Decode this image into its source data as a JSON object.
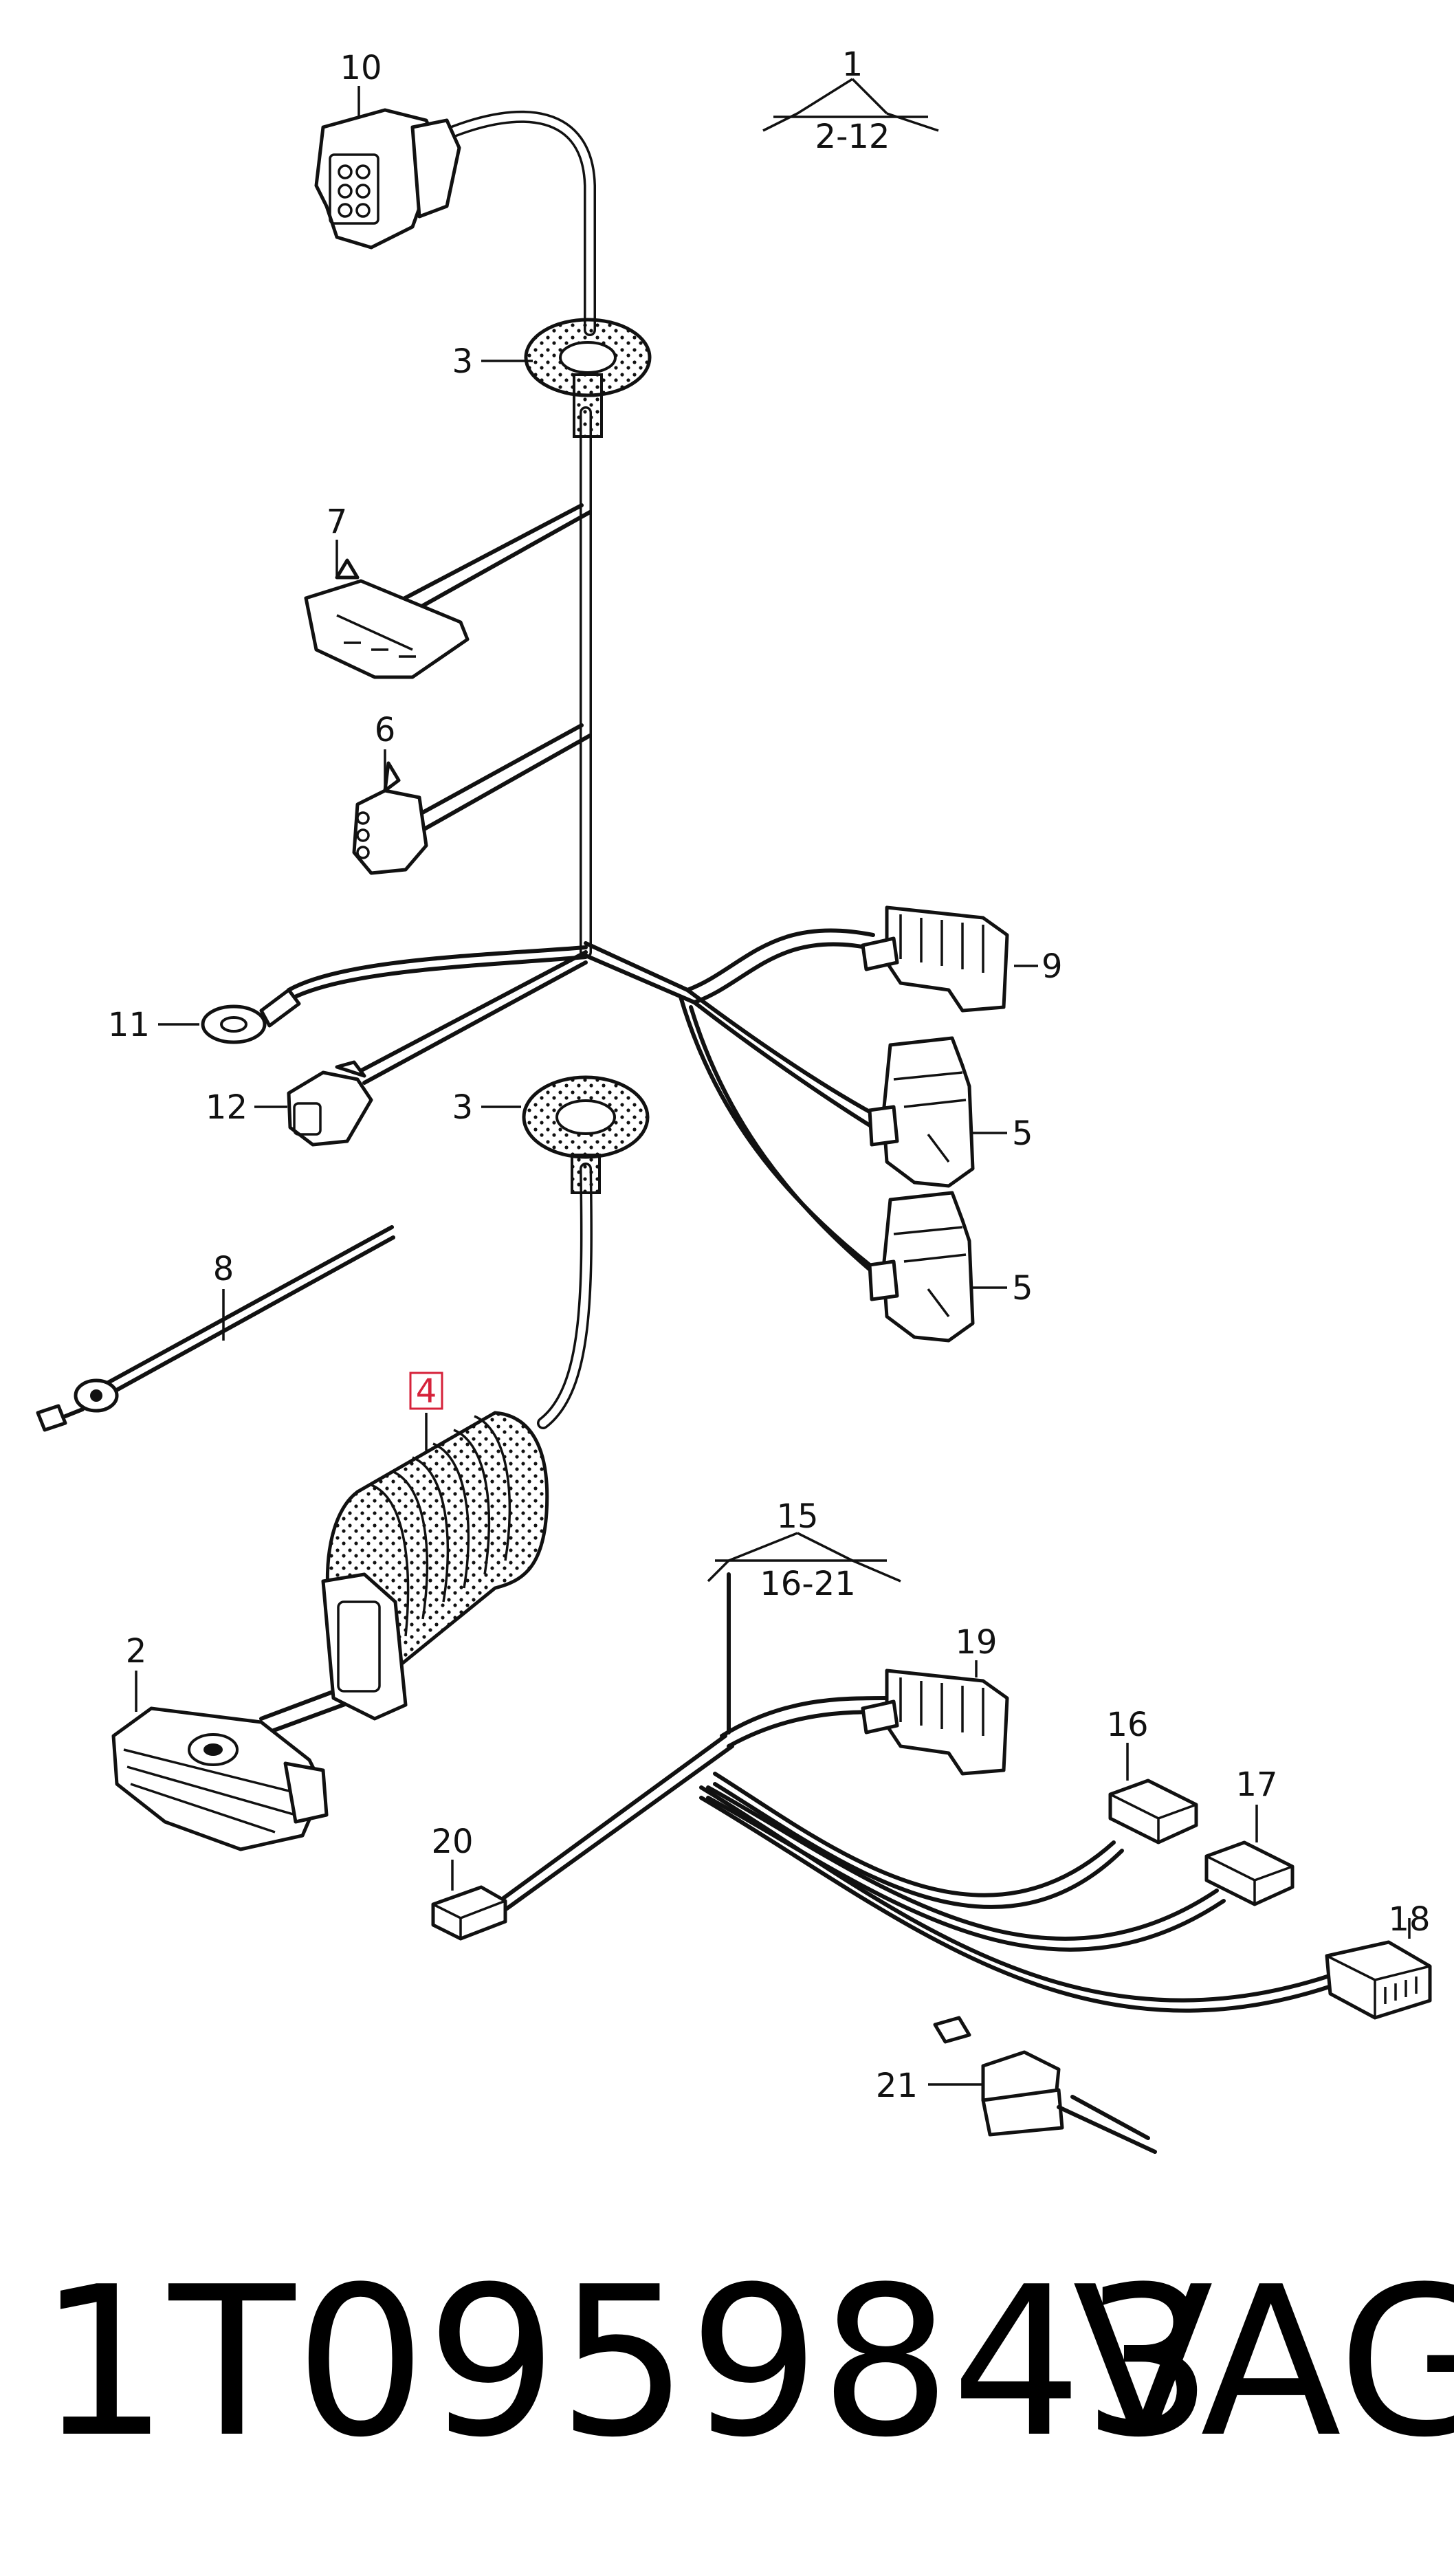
{
  "callouts": {
    "c1": "1",
    "c1_range": "2-12",
    "c2": "2",
    "c3a": "3",
    "c3b": "3",
    "c4": "4",
    "c5a": "5",
    "c5b": "5",
    "c6": "6",
    "c7": "7",
    "c8": "8",
    "c9": "9",
    "c10": "10",
    "c11": "11",
    "c12": "12",
    "c15": "15",
    "c15_range": "16-21",
    "c16": "16",
    "c17": "17",
    "c18": "18",
    "c19": "19",
    "c20": "20",
    "c21": "21"
  },
  "footer": {
    "part_number": "1T0959843",
    "brand": "VAG"
  },
  "colors": {
    "line": "#111111",
    "highlight_box": "#d6223a",
    "background": "#ffffff"
  }
}
